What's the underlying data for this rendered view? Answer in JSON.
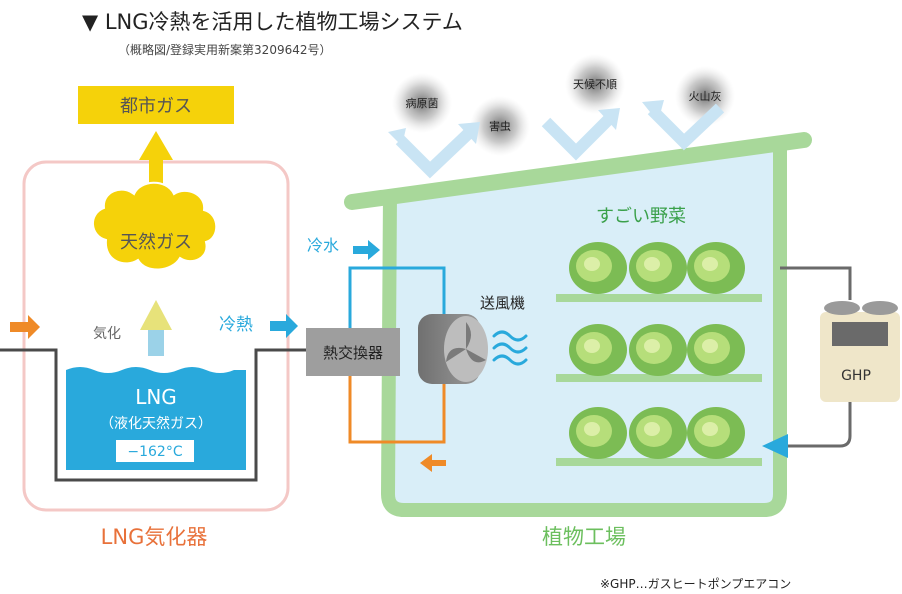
{
  "title": "▼ LNG冷熱を活用した植物工場システム",
  "subtitle": "（概略図/登録実用新案第3209642号）",
  "threats": [
    "病原菌",
    "害虫",
    "天候不順",
    "火山灰"
  ],
  "city_gas": "都市ガス",
  "natural_gas": "天然ガス",
  "vaporize": "気化",
  "cold_heat": "冷熱",
  "lng": {
    "name": "LNG",
    "sub": "（液化天然ガス）",
    "temp": "−162°C"
  },
  "vaporizer_label": "LNG気化器",
  "cold_water": "冷水",
  "heat_exchanger": "熱交換器",
  "fan": "送風機",
  "vegetables": "すごい野菜",
  "factory": "植物工場",
  "ghp": "GHP",
  "footnote": "※GHP…ガスヒートポンプエアコン",
  "colors": {
    "yellow": "#f5d20a",
    "blue": "#29a9dc",
    "orange": "#ef8a27",
    "green_house": "#a8d89a",
    "pink_frame": "#f4c8c6",
    "sky": "#d9eef8"
  }
}
